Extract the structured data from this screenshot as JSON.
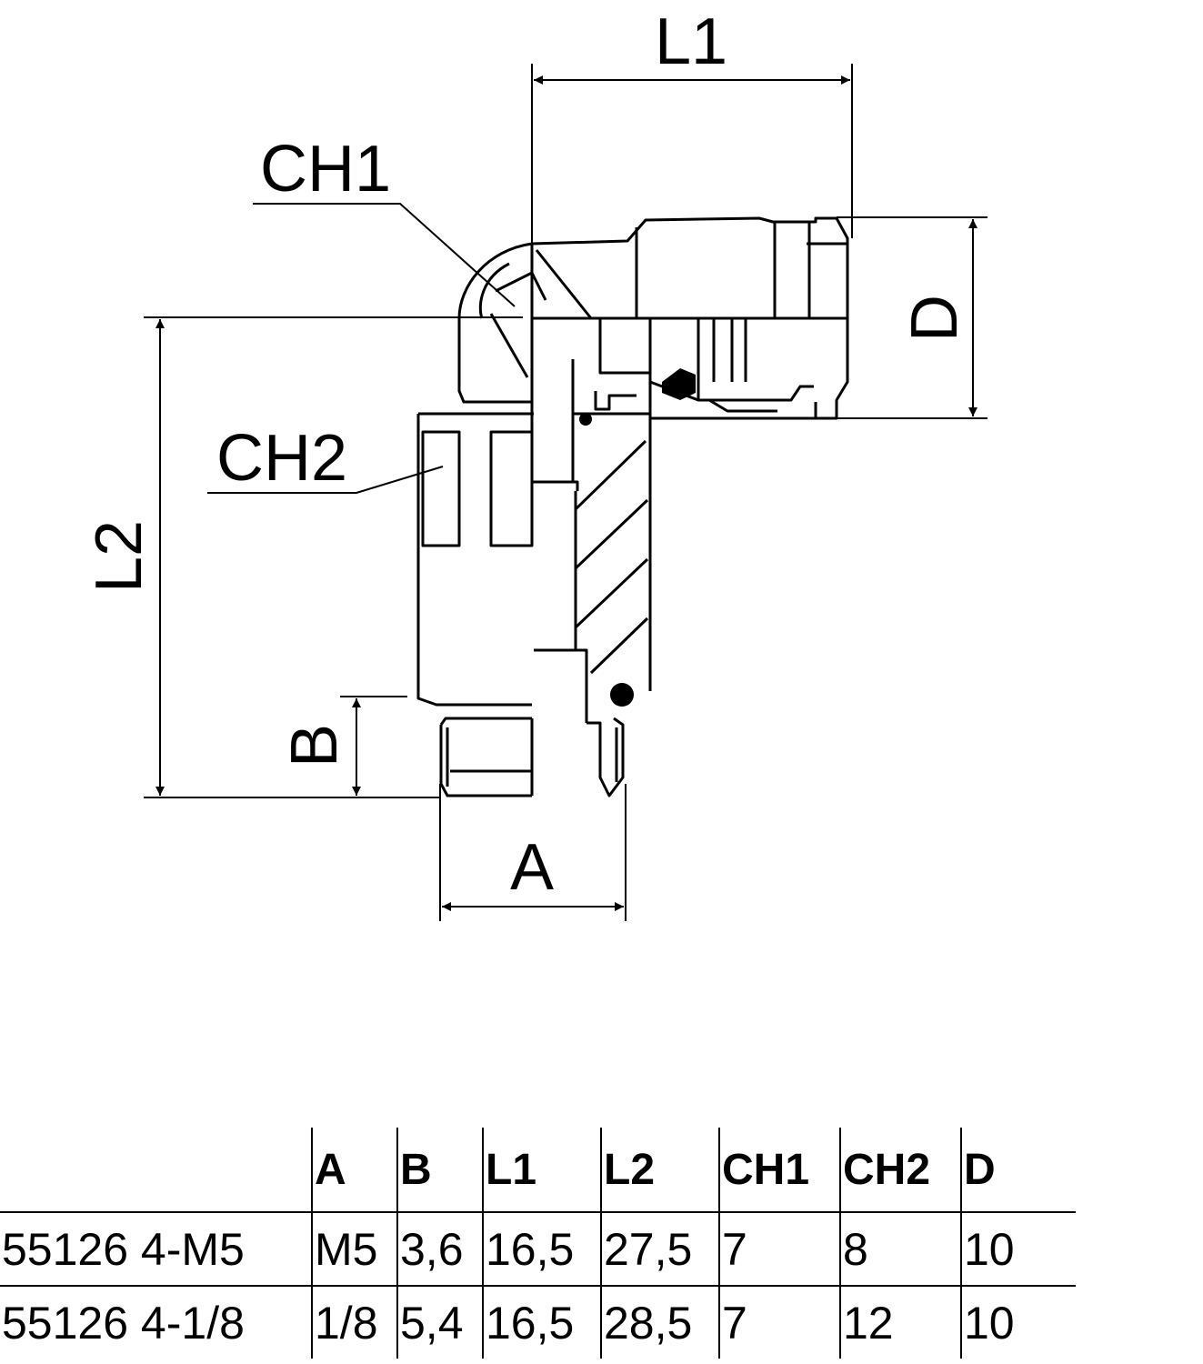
{
  "drawing": {
    "labels": {
      "l1": "L1",
      "ch1": "CH1",
      "d": "D",
      "ch2": "CH2",
      "l2": "L2",
      "b": "B",
      "a": "A"
    }
  },
  "table": {
    "headers": [
      "",
      "A",
      "B",
      "L1",
      "L2",
      "CH1",
      "CH2",
      "D"
    ],
    "rows": [
      [
        "55126 4-M5",
        "M5",
        "3,6",
        "16,5",
        "27,5",
        "7",
        "8",
        "10"
      ],
      [
        "55126 4-1/8",
        "1/8",
        "5,4",
        "16,5",
        "28,5",
        "7",
        "12",
        "10"
      ]
    ]
  }
}
